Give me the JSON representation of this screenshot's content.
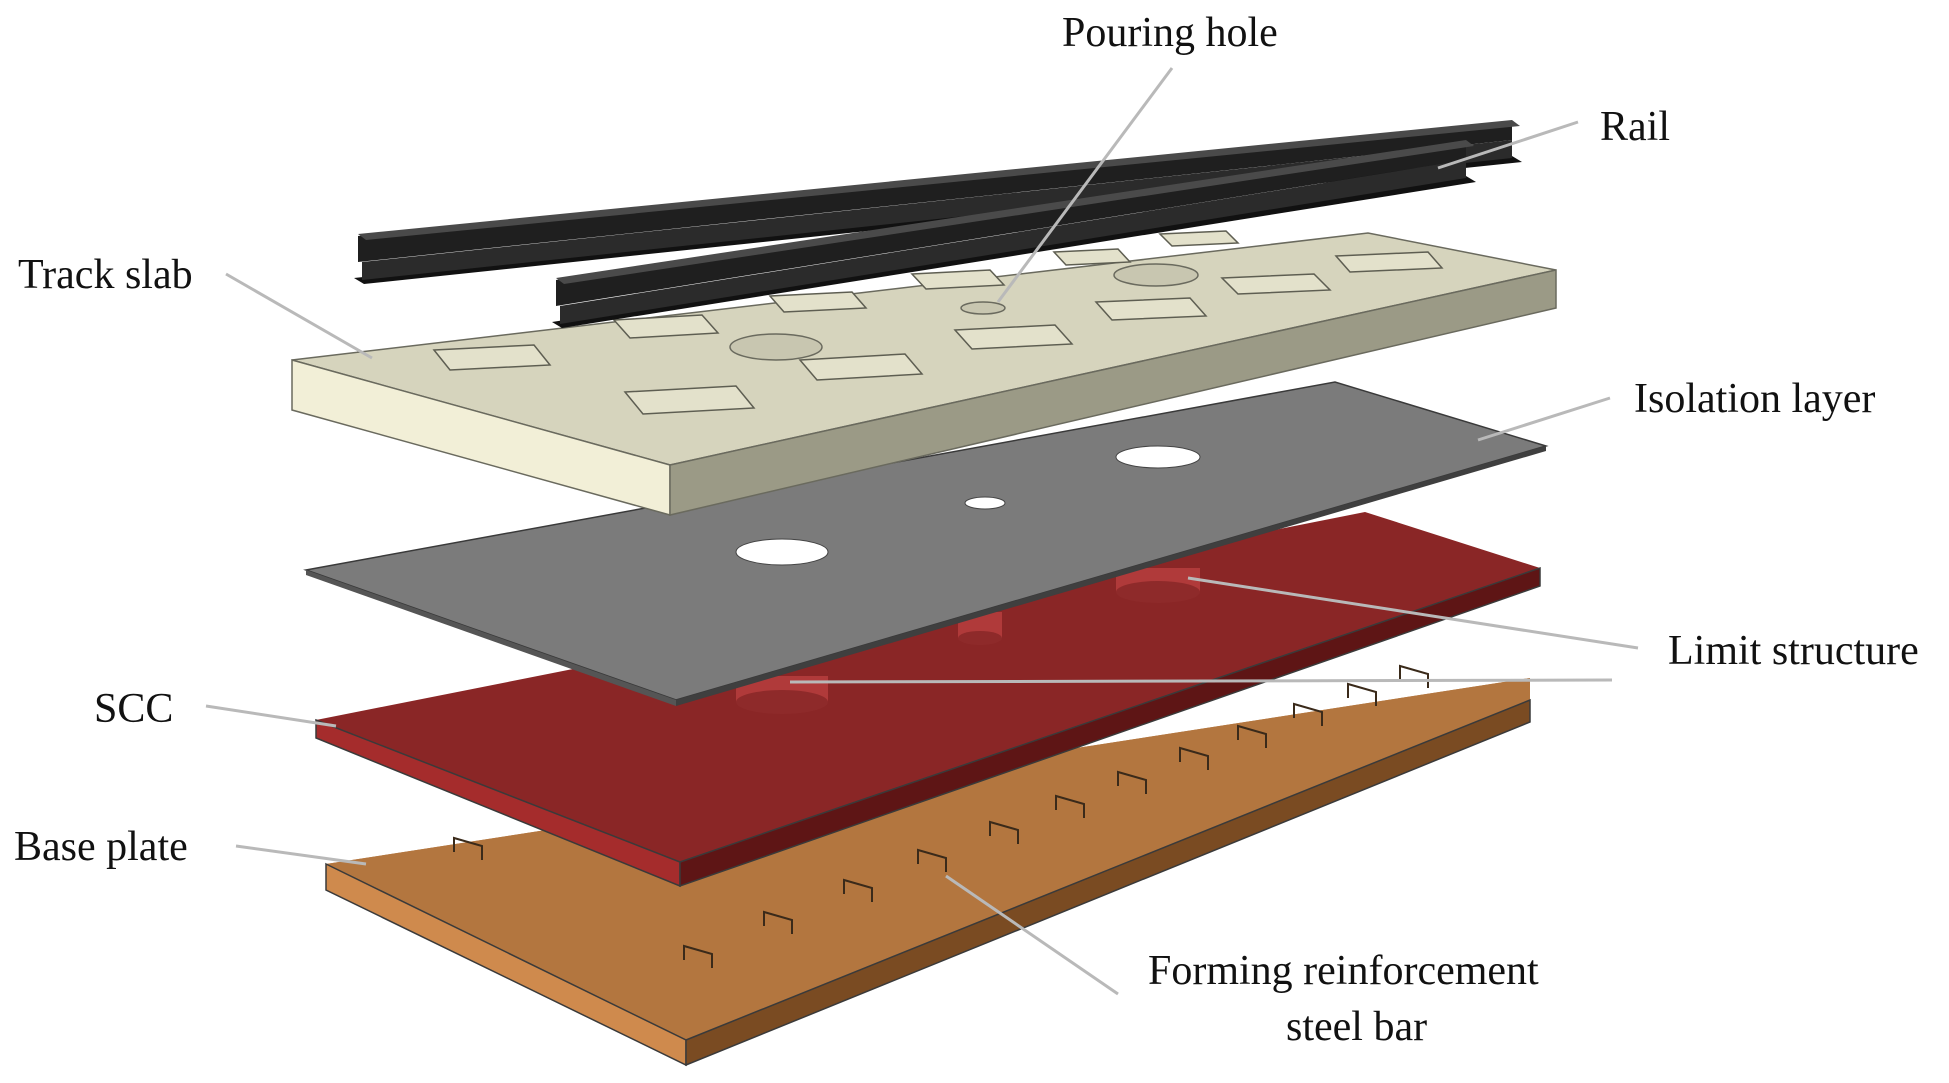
{
  "labels": {
    "pouring_hole": "Pouring hole",
    "rail": "Rail",
    "track_slab": "Track slab",
    "isolation_layer": "Isolation layer",
    "limit_structure": "Limit structure",
    "scc": "SCC",
    "base_plate": "Base plate",
    "forming_bar_line1": "Forming reinforcement",
    "forming_bar_line2": "steel bar"
  },
  "colors": {
    "rail": "#1f1f1f",
    "track_slab_top": "#d6d4bd",
    "track_slab_front": "#f2efd7",
    "track_slab_side": "#9b9a86",
    "isolation_layer": "#7b7b7b",
    "scc_top": "#8a2626",
    "scc_front": "#a52c2c",
    "base_plate_top": "#b3763f",
    "base_plate_front": "#cf8a4d",
    "leader_line": "#b9b9b9"
  }
}
